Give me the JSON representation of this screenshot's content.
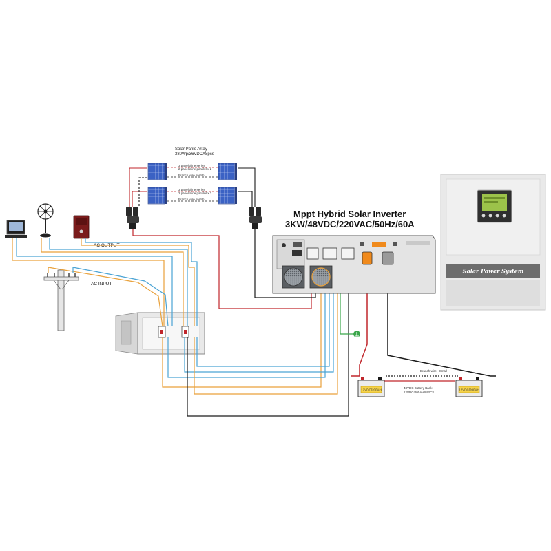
{
  "solar_array": {
    "title": "Solar Panle Array",
    "spec": "380Wp/36VDCX8pcs",
    "note_top_line1": "3 panels/line series",
    "note_top_line2": "2 panels/line parallel x 2",
    "note_top_branch": "Branch wire switch",
    "note_bottom_line1": "3 panels/line series",
    "note_bottom_line2": "2 panels/line parallel x 2",
    "note_bottom_branch": "Branch wire switch"
  },
  "inverter": {
    "title_line1": "Mppt Hybrid Solar Inverter",
    "title_line2": "3KW/48VDC/220VAC/50Hz/60A",
    "brand": "Solar Power System"
  },
  "ac_labels": {
    "output": "AC OUTPUT",
    "input": "AC INPUT"
  },
  "battery_bank": {
    "branch_label": "Branch wire - Small",
    "battery1_label": "12VDC/200AH",
    "battery2_label": "12VDC/200AH",
    "bank_line1": "48VDC Battery Bank",
    "bank_line2": "12VDC/200AHX4PCS"
  },
  "colors": {
    "wire_red": "#c0262b",
    "wire_black": "#1a1a1a",
    "wire_orange": "#e9a13b",
    "wire_blue": "#4aa3d4",
    "wire_green": "#3aa64a",
    "inverter_housing": "#e4e4e4",
    "panel_blue": "#3b62c4"
  }
}
